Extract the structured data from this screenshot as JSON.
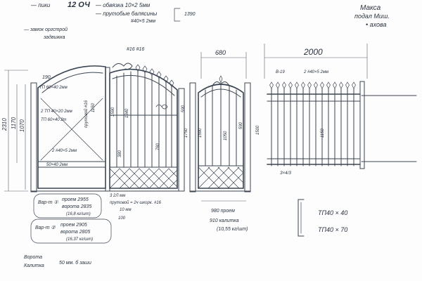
{
  "header": {
    "line1_a": "— пики",
    "line1_b": "12 ⁠ОЧ",
    "line1_c": "— обвязка 10×2 5мм",
    "line2": "— прутобые балясины",
    "line2_b": "#40×5 2мм",
    "side_value": "1390",
    "lock_note": "— замок оргстрой",
    "lock_note_b": "задвижка"
  },
  "author": {
    "line1": "Макса",
    "line2": "подал Миш.",
    "line3": "• ахова"
  },
  "top_dims": {
    "wicket_width": "680",
    "fence_width": "2000",
    "arch_rod": "#16 #16"
  },
  "left_dims": {
    "total_height": "2310",
    "upper": "1170",
    "lower": "1070",
    "arch": "190"
  },
  "gate_labels": {
    "tube_top": "ТП 60×40 2мм",
    "tube_2": "2 ТП 40×20 2мм",
    "tube_3": "ТП 60×40 2т",
    "rod": "2 #40×5 2мм",
    "tube_4": "50×40 2мм",
    "vertical": "прутовой #16",
    "diagonal": "1150",
    "inner1": "1590",
    "inner2": "1340",
    "inner3": "380",
    "inner4": "760",
    "mid1": "1750",
    "mid2": "590",
    "bottom_note1": "3 2Л мм",
    "bottom_note2": "прутовой = 2ч шкорк. #16",
    "bottom_note3": "10 мм",
    "post_gap": "100"
  },
  "wicket_labels": {
    "vert_a": "1590",
    "vert_b": "590",
    "panel": "1050",
    "base_note1": "980 проем",
    "base_note2": "910 калитка",
    "base_note3": "(10,55 кг/шт)"
  },
  "fence_labels": {
    "post_top": "В-19",
    "rod_note": "2 #40×5 2мм",
    "side_height": "1500",
    "inner_height": "1150",
    "foot": "З×4/З"
  },
  "variants": {
    "v1_tag": "Вар-т ①",
    "v1_line1": "проем 2955",
    "v1_line2": "ворота 2835",
    "v1_weight": "(16,8 кг/шт)",
    "v2_tag": "Вар-т ②",
    "v2_line1": "проем 2905",
    "v2_line2": "ворота 2805",
    "v2_weight": "(16,37 кг/шт)"
  },
  "profile": {
    "top": "ТП40 × 40",
    "bottom": "ТП40 × 70"
  },
  "footer": {
    "line1": "Ворота",
    "line2": "Калитка",
    "line3": "50 мм. б заши"
  }
}
